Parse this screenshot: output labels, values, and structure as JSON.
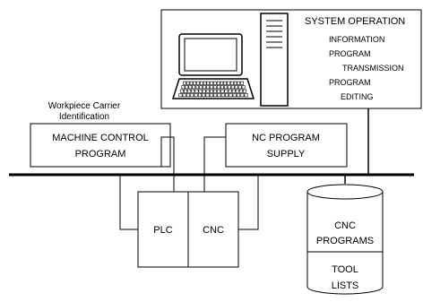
{
  "workstation": {
    "labels": [
      "SYSTEM OPERATION",
      "INFORMATION",
      "PROGRAM",
      "TRANSMISSION",
      "PROGRAM",
      "EDITING"
    ]
  },
  "workpiece_label": [
    "Workpiece Carrier",
    "Identification"
  ],
  "machine_control": [
    "MACHINE CONTROL",
    "PROGRAM"
  ],
  "nc_supply": [
    "NC PROGRAM",
    "SUPPLY"
  ],
  "controllers": {
    "plc": "PLC",
    "cnc": "CNC"
  },
  "storage": {
    "programs": [
      "CNC",
      "PROGRAMS"
    ],
    "tools": [
      "TOOL",
      "LISTS"
    ]
  }
}
